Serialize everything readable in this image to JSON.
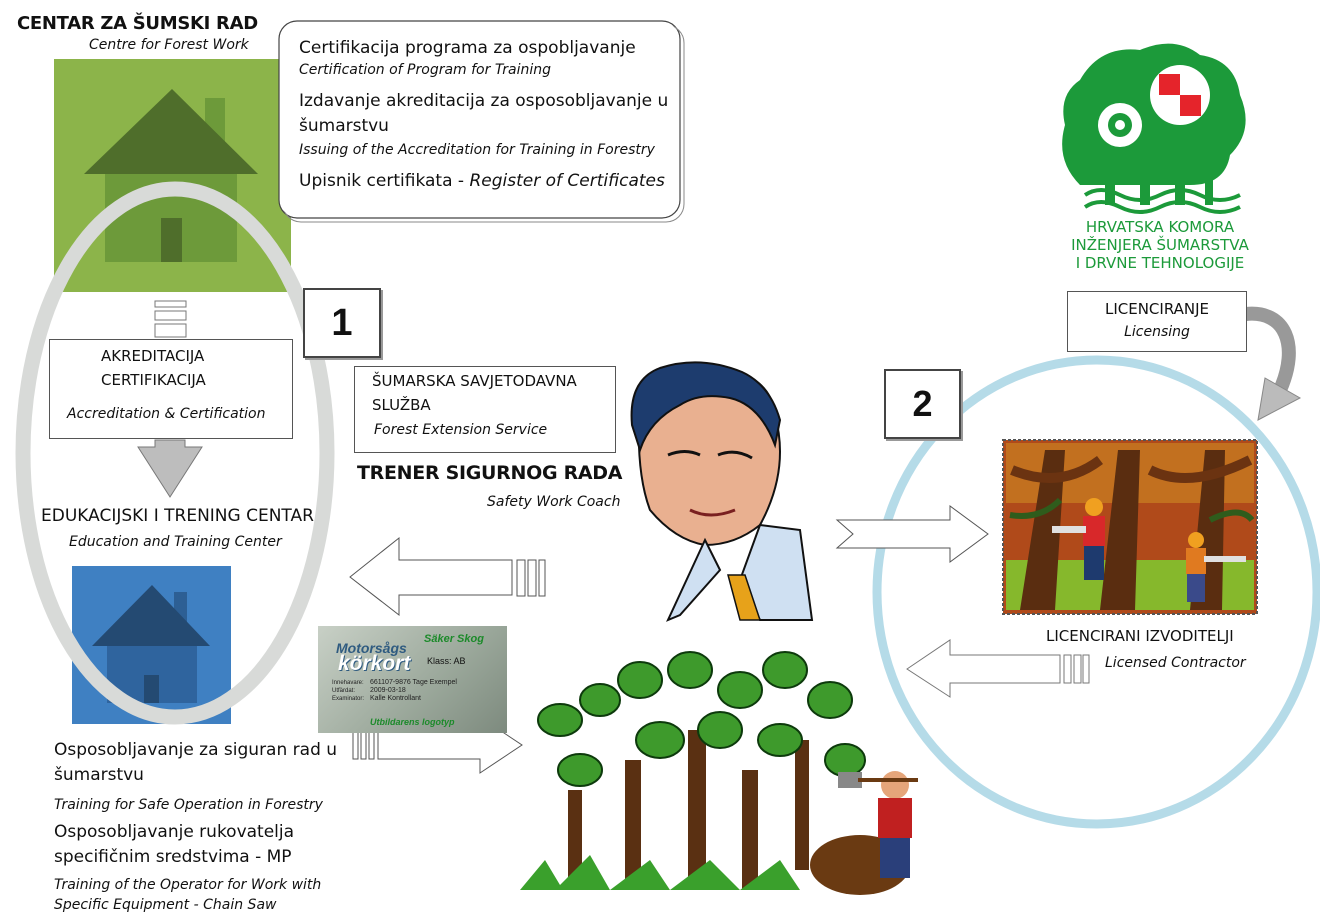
{
  "center": {
    "title": "CENTAR ZA ŠUMSKI RAD",
    "subtitle": "Centre for Forest Work"
  },
  "services_box": {
    "items": [
      {
        "hr": "Certifikacija programa za ospobljavanje",
        "en": "Certification of Program for Training"
      },
      {
        "hr": "Izdavanje akreditacija za osposobljavanje u šumarstvu",
        "en": "Issuing of the Accreditation for Training in Forestry"
      }
    ],
    "register_hr": "Upisnik certifikata - ",
    "register_en": "Register of Certificates"
  },
  "accreditation": {
    "line1": "AKREDITACIJA",
    "line2": "CERTIFIKACIJA",
    "en": "Accreditation & Certification"
  },
  "step1": "1",
  "step2": "2",
  "edu_center": {
    "title": "EDUKACIJSKI I TRENING CENTAR",
    "en": "Education and Training Center"
  },
  "training": {
    "item1_hr": "Osposobljavanje za siguran rad u šumarstvu",
    "item1_en": "Training for Safe Operation in Forestry",
    "item2_hr": "Osposobljavanje rukovatelja specifičnim sredstvima - MP",
    "item2_en": "Training of the Operator for Work with Specific Equipment - Chain Saw"
  },
  "extension": {
    "line1": "ŠUMARSKA SAVJETODAVNA",
    "line2": "SLUŽBA",
    "en": "Forest Extension Service"
  },
  "coach": {
    "title": "TRENER SIGURNOG RADA",
    "en": "Safety Work Coach"
  },
  "chamber": {
    "line1": "HRVATSKA KOMORA",
    "line2": "INŽENJERA ŠUMARSTVA",
    "line3": "I DRVNE TEHNOLOGIJE"
  },
  "licensing": {
    "hr": "LICENCIRANJE",
    "en": "Licensing"
  },
  "contractor": {
    "hr": "LICENCIRANI IZVODITELJI",
    "en": "Licensed Contractor"
  },
  "card": {
    "brand": "Säker Skog",
    "title1": "Motorsågs",
    "title2": "körkort",
    "klass": "Klass: AB",
    "row1_label": "Innehavare:",
    "row1_val": "661107-9876  Tage Exempel",
    "row2_label": "Utfärdat:",
    "row2_val": "2009-03-18",
    "row3_label": "Examinator:",
    "row3_val": "Kalle Kontrollant",
    "footer": "Utbildarens logotyp"
  },
  "colors": {
    "green_house_bg": "#8cb44a",
    "green_house_dark": "#4f6e2b",
    "blue_house_bg": "#3f80c2",
    "blue_house_dark": "#244a72",
    "ring_gray": "#d8dad8",
    "ring_blue": "#b5dbe8",
    "chamber_green": "#1c9a3a",
    "chamber_red": "#e5242b"
  }
}
